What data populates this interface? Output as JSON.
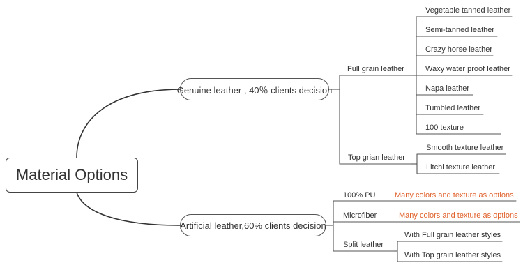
{
  "root": {
    "label": "Material Options"
  },
  "branches": [
    {
      "label": "Genuine leather , 40％ clients decision",
      "children": [
        {
          "label": "Full grain leather",
          "items": [
            "Vegetable tanned leather",
            "Semi-tanned leather",
            "Crazy horse leather",
            "Waxy water proof leather",
            "Napa leather",
            "Tumbled leather",
            "100 texture"
          ]
        },
        {
          "label": "Top grian leather",
          "items": [
            "Smooth texture leather",
            "Litchi texture leather"
          ]
        }
      ]
    },
    {
      "label": "Artificial leather,60% clients decision",
      "children": [
        {
          "label": "100% PU",
          "items": [
            "Many colors and texture as options"
          ]
        },
        {
          "label": "Microfiber",
          "items": [
            "Many colors and texture as options"
          ]
        },
        {
          "label": "Split leather",
          "items": [
            "With Full grain leather styles",
            "With Top grain leather styles"
          ]
        }
      ]
    }
  ],
  "colors": {
    "line": "#333333",
    "text": "#333333",
    "highlight": "#e0602a"
  }
}
